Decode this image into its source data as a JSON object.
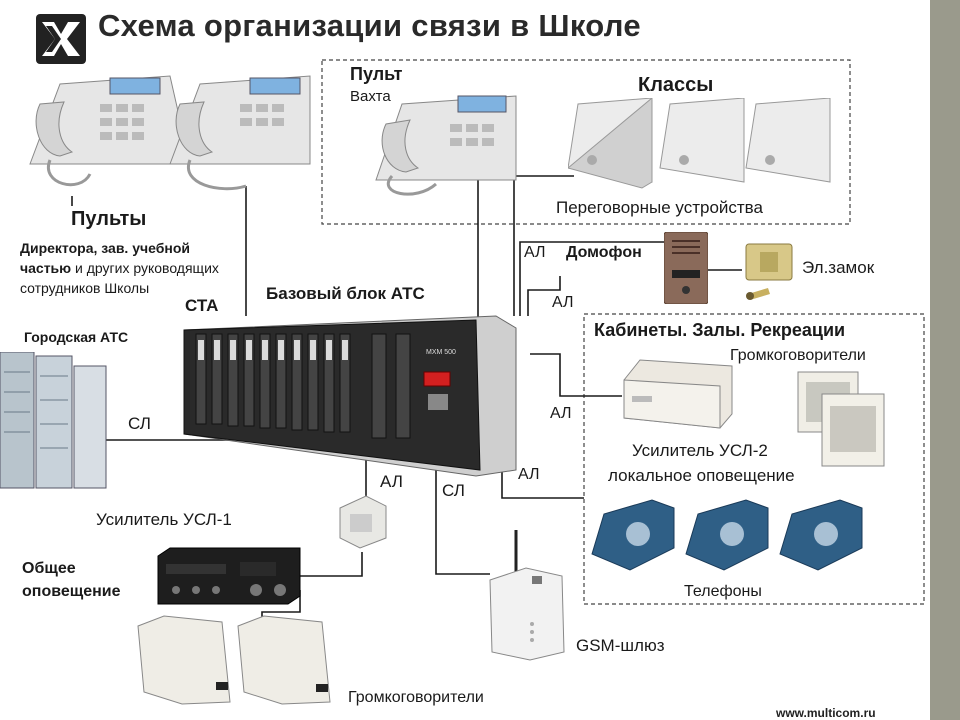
{
  "title": "Схема организации связи в Школе",
  "labels": {
    "pults": "Пульты",
    "pult_vahta_1": "Пульт",
    "pult_vahta_2": "Вахта",
    "klassy": "Классы",
    "peregovornye": "Переговорные устройства",
    "al_1": "АЛ",
    "domofon": "Домофон",
    "el_zamok": "Эл.замок",
    "al_2": "АЛ",
    "director_bold": "Директора, зав. учебной частью",
    "director_rest": " и других руководящих сотрудников Школы",
    "sta": "СТА",
    "base_block": "Базовый блок АТС",
    "kabinety": "Кабинеты. Залы. Рекреации",
    "gromkogovoriteli_top": "Громкоговорители",
    "gorodskaya": "Городская АТС",
    "sl_1": "СЛ",
    "al_3": "АЛ",
    "usilitel_usl2": "Усилитель  УСЛ-2",
    "lokalnoe": "локальное оповещение",
    "al_4": "АЛ",
    "al_5": "АЛ",
    "sl_2": "СЛ",
    "usilitel_usl1": "Усилитель  УСЛ-1",
    "obshee_1": "Общее",
    "obshee_2": "оповещение",
    "telefony": "Телефоны",
    "gsm": "GSM-шлюз",
    "gromkogovoriteli_bottom": "Громкоговорители",
    "url": "www.multicom.ru"
  },
  "device_labels": {
    "rack_model": "MXM 500"
  },
  "colors": {
    "accent": "#c8102e",
    "phone_blue": "#2f5f86",
    "sidebar": "#9a9a8c"
  }
}
